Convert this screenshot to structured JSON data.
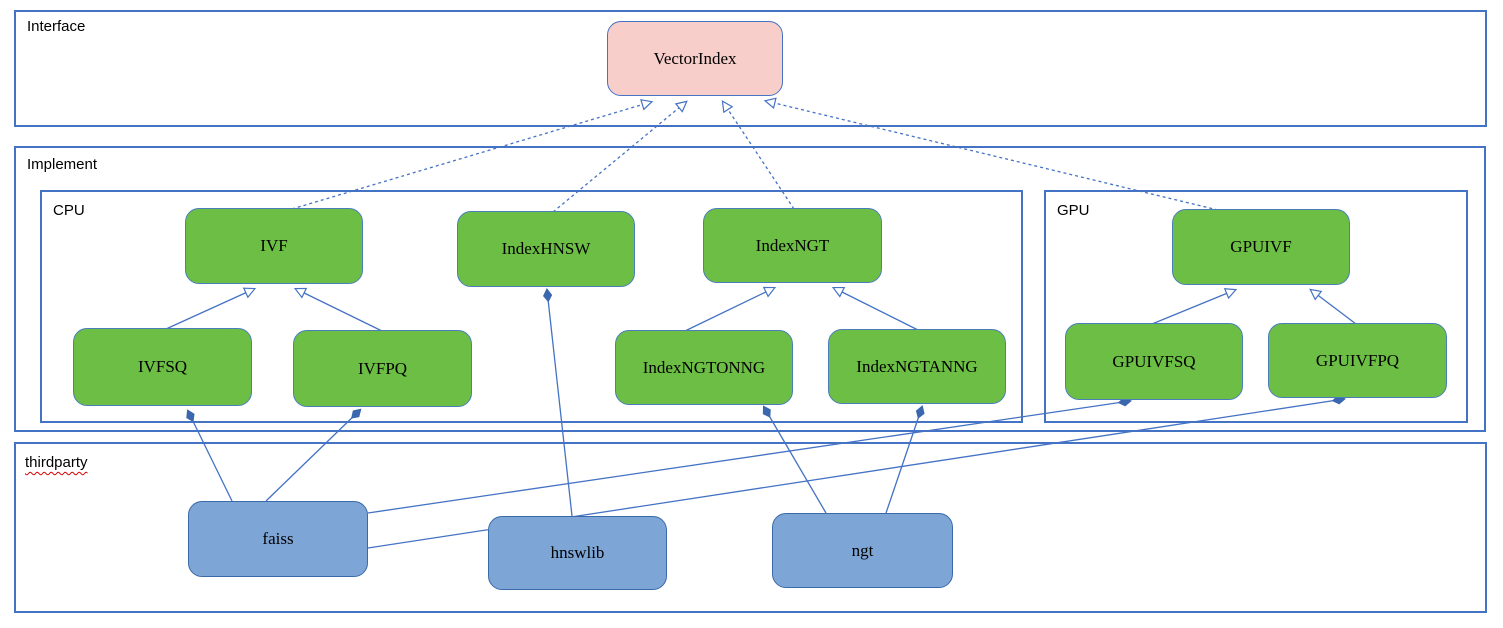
{
  "diagram": {
    "containers": {
      "interface": {
        "label": "Interface"
      },
      "implement": {
        "label": "Implement"
      },
      "cpu": {
        "label": "CPU"
      },
      "gpu": {
        "label": "GPU"
      },
      "thirdparty": {
        "label": "thirdparty"
      }
    },
    "nodes": {
      "vectorindex": {
        "label": "VectorIndex",
        "group": "interface"
      },
      "ivf": {
        "label": "IVF",
        "group": "cpu"
      },
      "indexhnsw": {
        "label": "IndexHNSW",
        "group": "cpu"
      },
      "indexngt": {
        "label": "IndexNGT",
        "group": "cpu"
      },
      "ivfsq": {
        "label": "IVFSQ",
        "group": "cpu"
      },
      "ivfpq": {
        "label": "IVFPQ",
        "group": "cpu"
      },
      "indexngtonng": {
        "label": "IndexNGTONNG",
        "group": "cpu"
      },
      "indexngtanng": {
        "label": "IndexNGTANNG",
        "group": "cpu"
      },
      "gpuivf": {
        "label": "GPUIVF",
        "group": "gpu"
      },
      "gpuivfsq": {
        "label": "GPUIVFSQ",
        "group": "gpu"
      },
      "gpuivfpq": {
        "label": "GPUIVFPQ",
        "group": "gpu"
      },
      "faiss": {
        "label": "faiss",
        "group": "thirdparty"
      },
      "hnswlib": {
        "label": "hnswlib",
        "group": "thirdparty"
      },
      "ngt": {
        "label": "ngt",
        "group": "thirdparty"
      }
    },
    "edges": [
      {
        "from": "IVF",
        "to": "VectorIndex",
        "type": "realization"
      },
      {
        "from": "IndexHNSW",
        "to": "VectorIndex",
        "type": "realization"
      },
      {
        "from": "IndexNGT",
        "to": "VectorIndex",
        "type": "realization"
      },
      {
        "from": "GPUIVF",
        "to": "VectorIndex",
        "type": "realization"
      },
      {
        "from": "IVFSQ",
        "to": "IVF",
        "type": "inheritance"
      },
      {
        "from": "IVFPQ",
        "to": "IVF",
        "type": "inheritance"
      },
      {
        "from": "IndexNGTONNG",
        "to": "IndexNGT",
        "type": "inheritance"
      },
      {
        "from": "IndexNGTANNG",
        "to": "IndexNGT",
        "type": "inheritance"
      },
      {
        "from": "GPUIVFSQ",
        "to": "GPUIVF",
        "type": "inheritance"
      },
      {
        "from": "GPUIVFPQ",
        "to": "GPUIVF",
        "type": "inheritance"
      },
      {
        "from": "faiss",
        "to": "IVFSQ",
        "type": "composition"
      },
      {
        "from": "faiss",
        "to": "IVFPQ",
        "type": "composition"
      },
      {
        "from": "faiss",
        "to": "GPUIVFSQ",
        "type": "composition"
      },
      {
        "from": "faiss",
        "to": "GPUIVFPQ",
        "type": "composition"
      },
      {
        "from": "hnswlib",
        "to": "IndexHNSW",
        "type": "composition"
      },
      {
        "from": "ngt",
        "to": "IndexNGTONNG",
        "type": "composition"
      },
      {
        "from": "ngt",
        "to": "IndexNGTANNG",
        "type": "composition"
      }
    ],
    "colors": {
      "node_green_fill": "#6cbe45",
      "node_pink_fill": "#f8cecb",
      "node_blue_fill": "#7da5d6",
      "line_blue": "#4472c4",
      "squiggle_red": "#d40000",
      "text": "#000000"
    }
  }
}
